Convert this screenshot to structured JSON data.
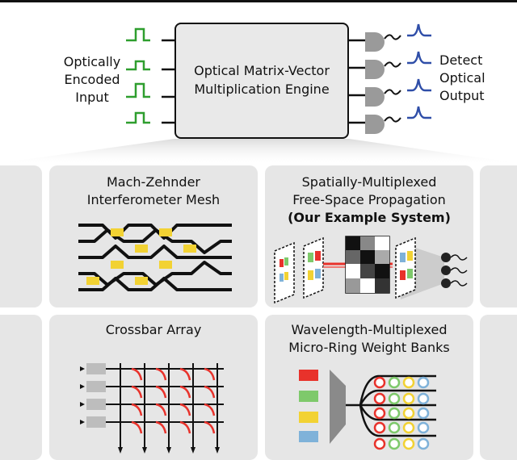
{
  "input_label": [
    "Optically",
    "Encoded",
    "Input"
  ],
  "output_label": [
    "Detect",
    "Optical",
    "Output"
  ],
  "engine_label": [
    "Optical Matrix-Vector",
    "Multiplication Engine"
  ],
  "panels": {
    "mzi": {
      "title": [
        "Mach-Zehnder",
        "Interferometer Mesh"
      ]
    },
    "spatial": {
      "title": [
        "Spatially-Multiplexed",
        "Free-Space Propagation"
      ],
      "highlight": "(Our Example System)"
    },
    "crossbar": {
      "title": "Crossbar Array"
    },
    "wavelength": {
      "title": [
        "Wavelength-Multiplexed",
        "Micro-Ring Weight Banks"
      ]
    }
  },
  "colors": {
    "input_pulse": "#2e9e2e",
    "output_pulse": "#2f4ea8",
    "mzi_coupler": "#f2d233",
    "crossbar_curve": "#e8322b",
    "ring_colors": [
      "#e8322b",
      "#7ec96b",
      "#f2d233",
      "#7fb2d9"
    ],
    "panel_bg": "#e6e6e6"
  }
}
